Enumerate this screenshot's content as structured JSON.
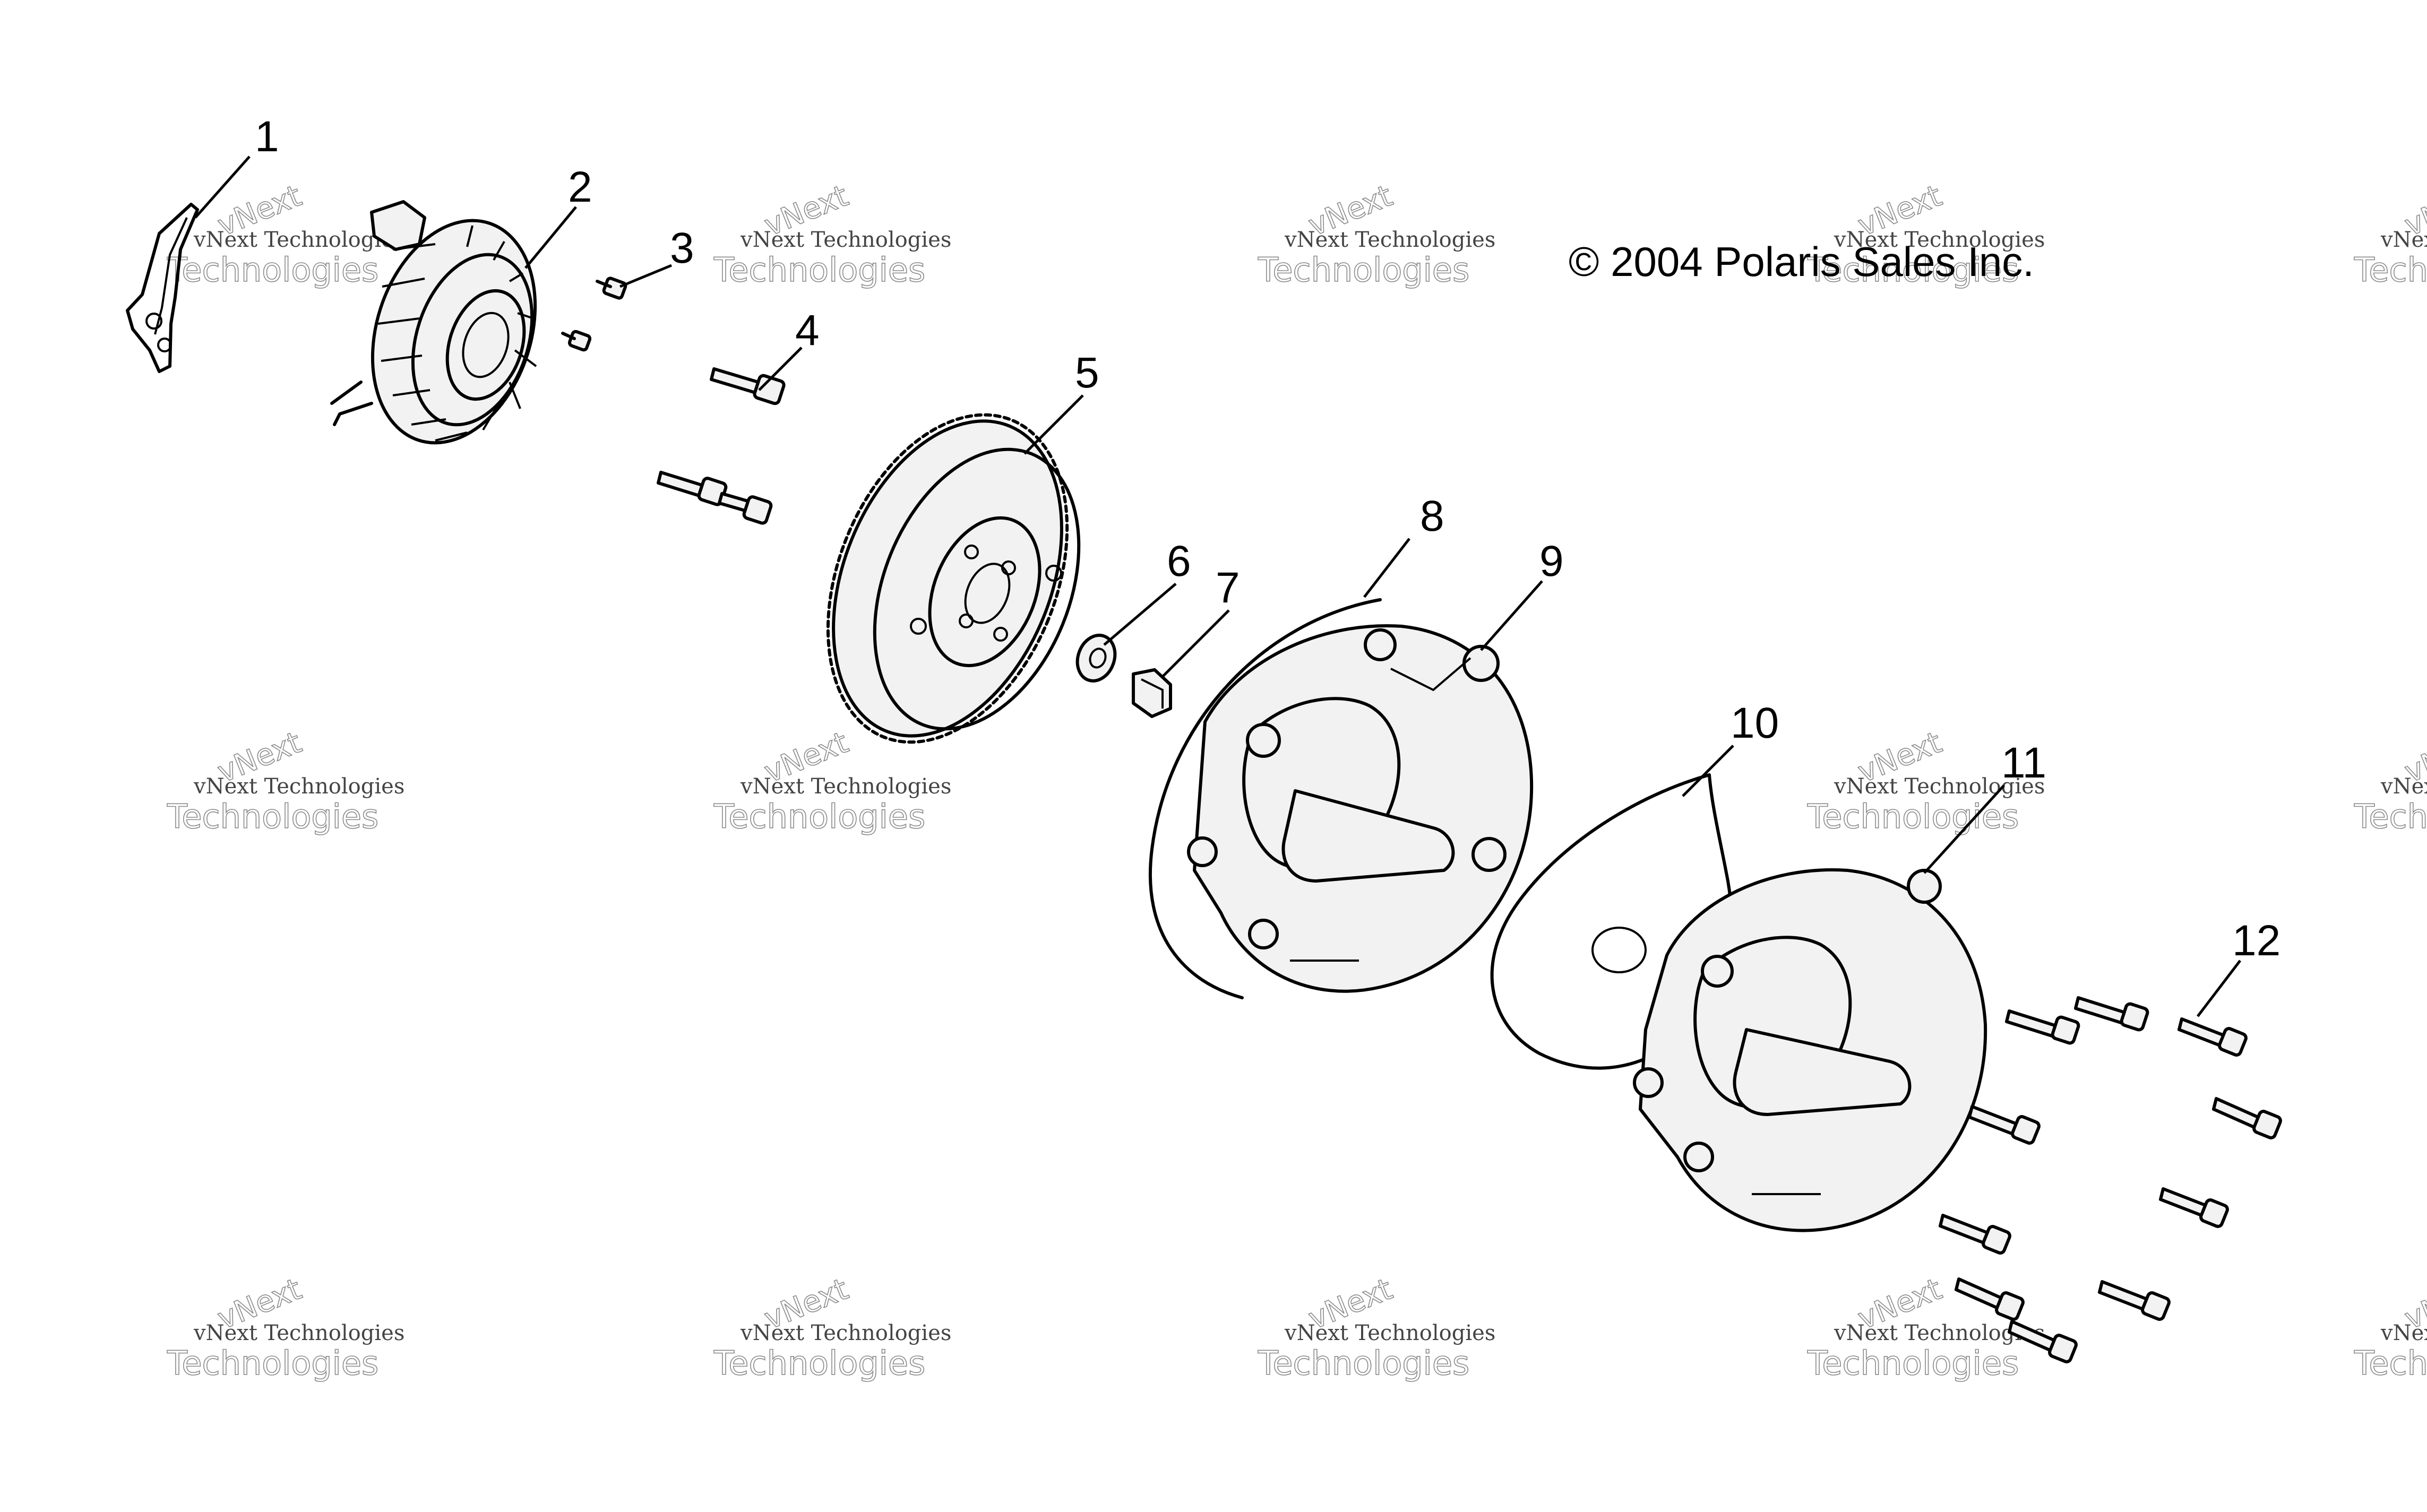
{
  "copyright": "© 2004 Polaris Sales Inc.",
  "watermark": {
    "line_small": "vNext Technologies",
    "line_large": "Technologies",
    "diagonal": "vNext"
  },
  "callouts": [
    {
      "id": "1",
      "label": "1"
    },
    {
      "id": "2",
      "label": "2"
    },
    {
      "id": "3",
      "label": "3"
    },
    {
      "id": "4",
      "label": "4"
    },
    {
      "id": "5",
      "label": "5"
    },
    {
      "id": "6",
      "label": "6"
    },
    {
      "id": "7",
      "label": "7"
    },
    {
      "id": "8",
      "label": "8"
    },
    {
      "id": "9",
      "label": "9"
    },
    {
      "id": "10",
      "label": "10"
    },
    {
      "id": "11",
      "label": "11"
    },
    {
      "id": "12",
      "label": "12"
    }
  ]
}
